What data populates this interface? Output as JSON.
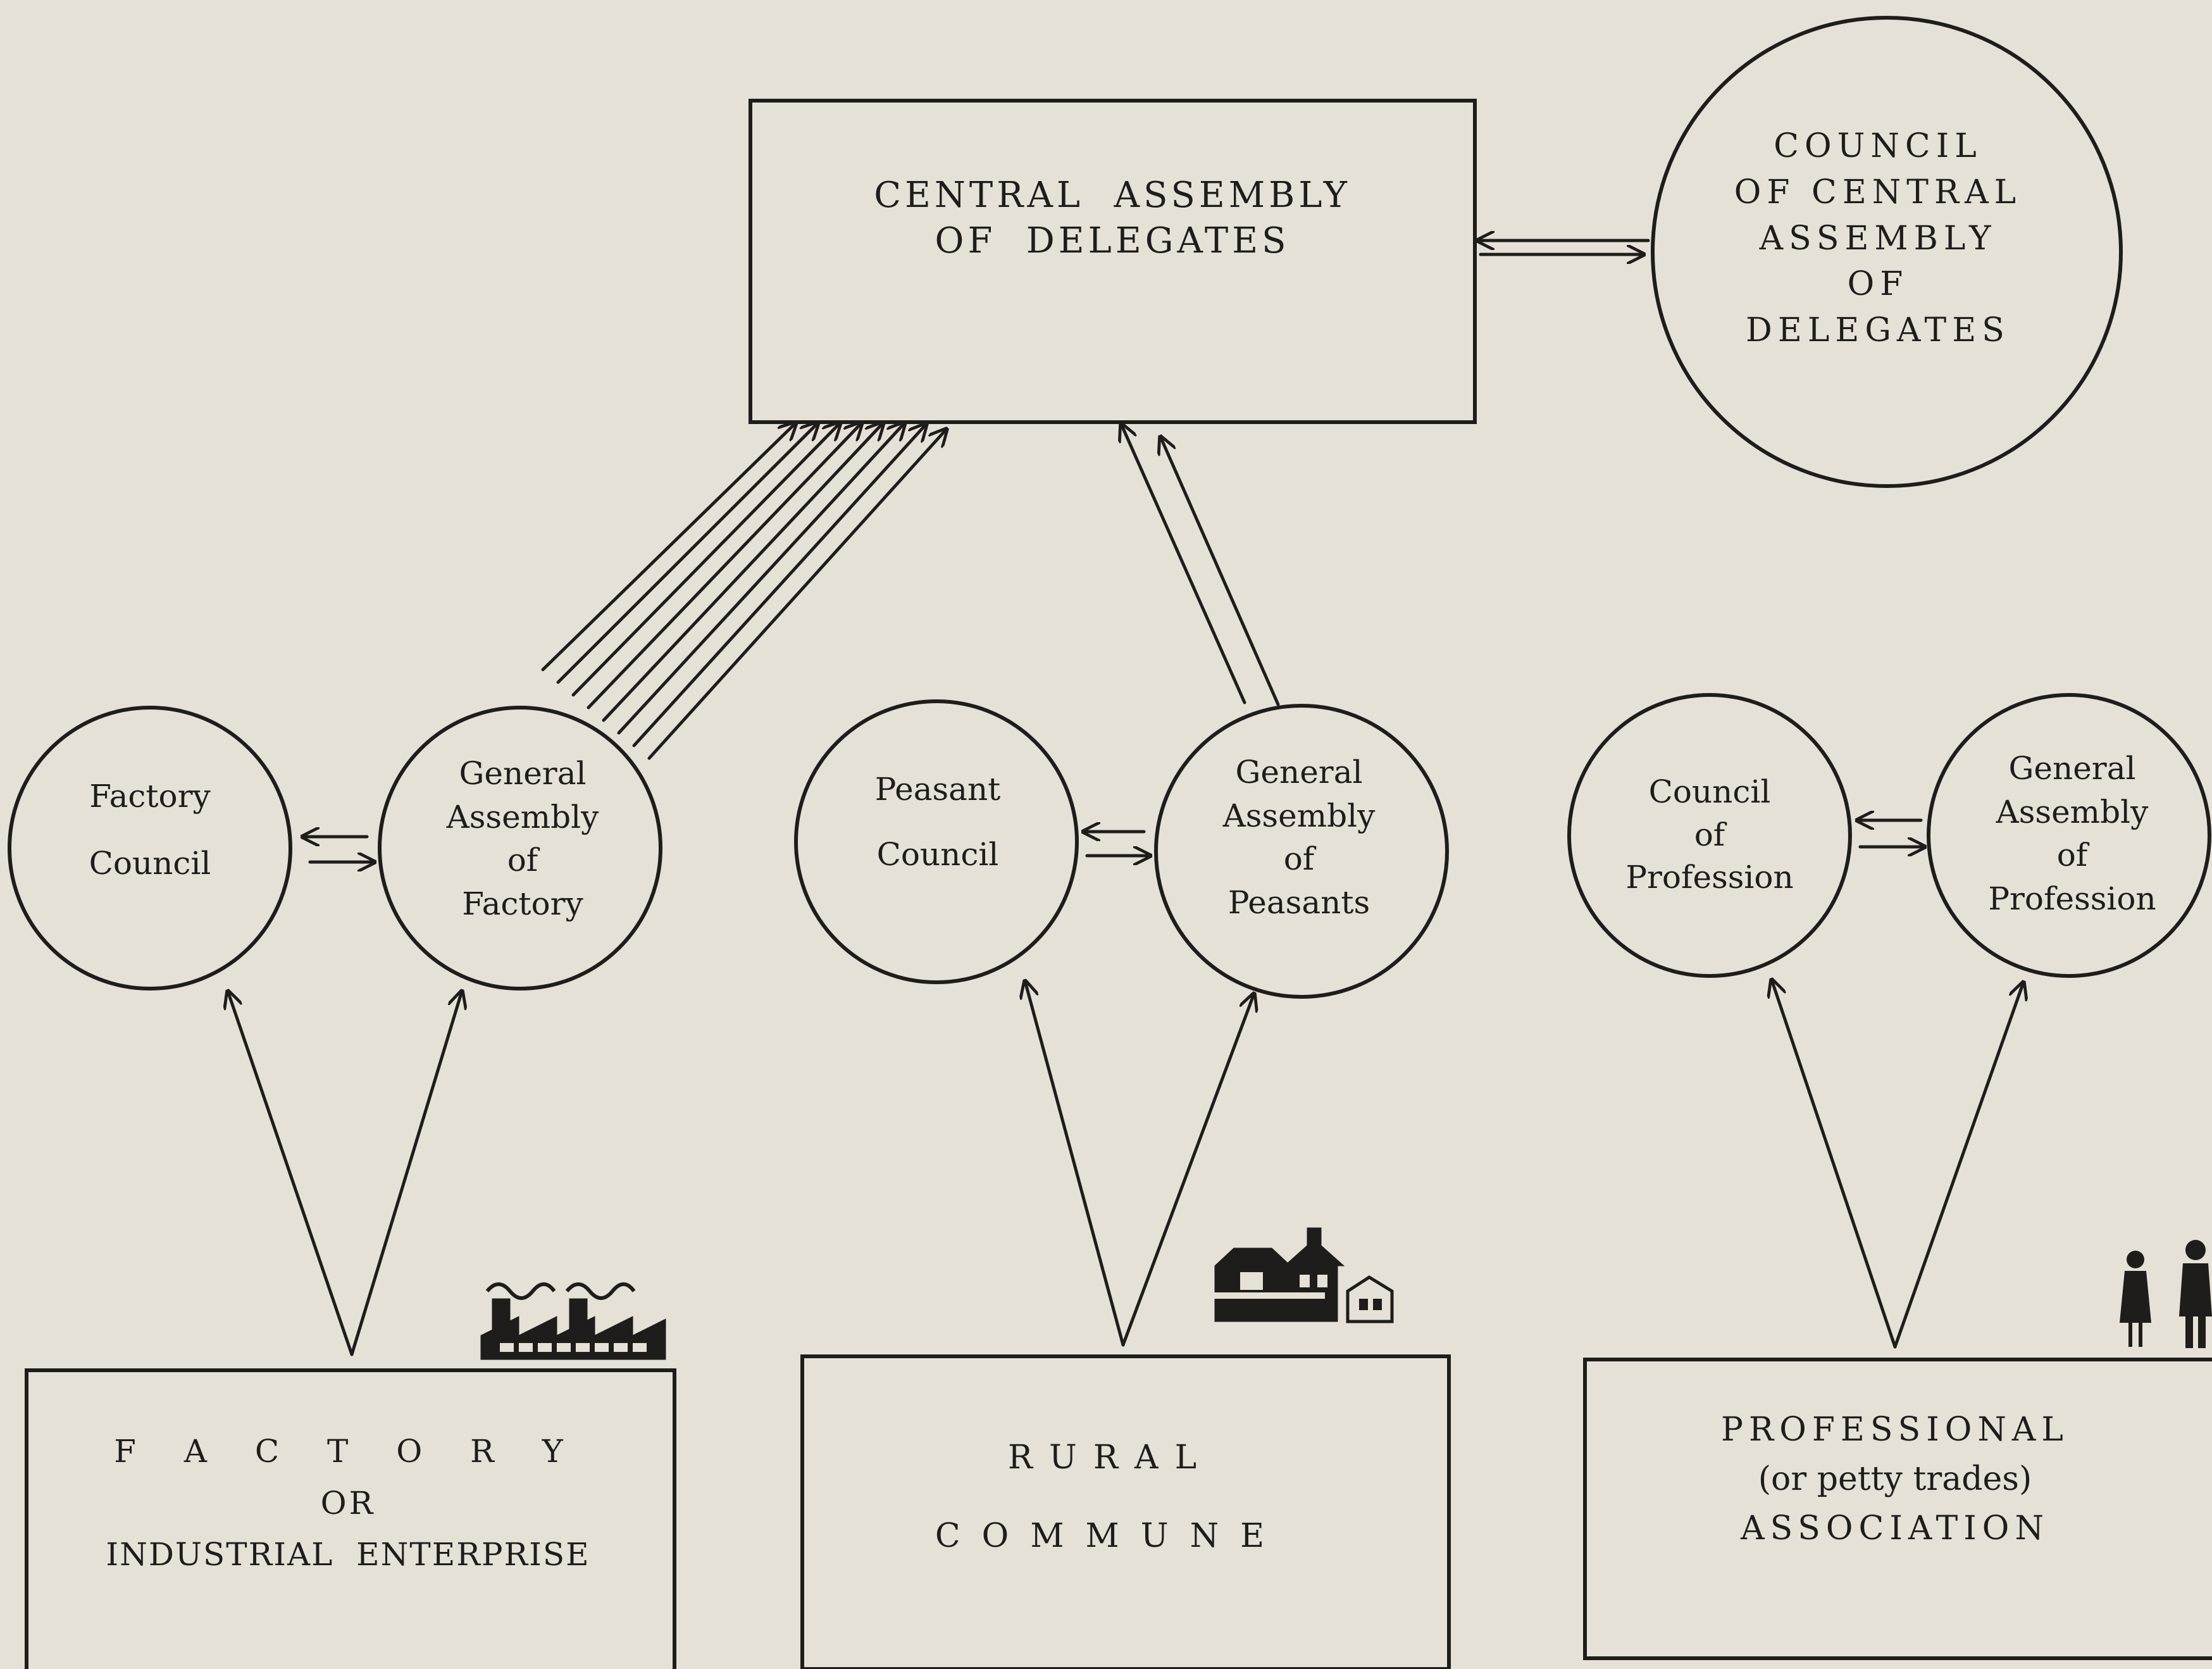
{
  "diagram": {
    "central_assembly": {
      "line1": "CENTRAL  ASSEMBLY",
      "line2": "OF  DELEGATES"
    },
    "council_of_central": {
      "line1": "COUNCIL",
      "line2": "OF CENTRAL",
      "line3": "ASSEMBLY",
      "line4": "OF",
      "line5": "DELEGATES"
    },
    "factory_council": {
      "line1": "Factory",
      "line2": "Council"
    },
    "general_assembly_factory": {
      "line1": "General",
      "line2": "Assembly",
      "line3": "of",
      "line4": "Factory"
    },
    "peasant_council": {
      "line1": "Peasant",
      "line2": "Council"
    },
    "general_assembly_peasants": {
      "line1": "General",
      "line2": "Assembly",
      "line3": "of",
      "line4": "Peasants"
    },
    "council_of_profession": {
      "line1": "Council",
      "line2": "of",
      "line3": "Profession"
    },
    "general_assembly_profession": {
      "line1": "General",
      "line2": "Assembly",
      "line3": "of",
      "line4": "Profession"
    },
    "factory_enterprise": {
      "line1": "F A C T O R Y",
      "line2": "OR",
      "line3": "INDUSTRIAL  ENTERPRISE"
    },
    "rural_commune": {
      "line1": "RURAL",
      "line2": "COMMUNE"
    },
    "professional_association": {
      "line1": "PROFESSIONAL",
      "line2": "(or petty trades)",
      "line3": "ASSOCIATION"
    }
  },
  "icons": [
    "factory-icon",
    "farm-icon",
    "people-icon"
  ],
  "colors": {
    "paper": "#e6e1d7",
    "ink": "#1e1d1b",
    "faded_text": "#c9c3b8"
  }
}
